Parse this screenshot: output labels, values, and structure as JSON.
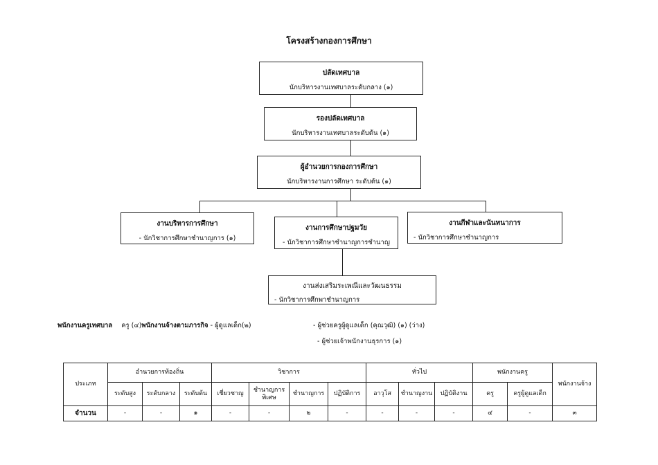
{
  "title": "โครงสร้างกองการศึกษา",
  "chart": {
    "top": {
      "title": "ปลัดเทศบาล",
      "sub": "นักบริหารงานเทศบาลระดับกลาง (๑)"
    },
    "deputy": {
      "title": "รองปลัดเทศบาล",
      "sub": "นักบริหารงานเทศบาลระดับต้น (๑)"
    },
    "director": {
      "title": "ผู้อำนวยการกองการศึกษา",
      "sub": "นักบริหารงานการศึกษา ระดับต้น (๑)"
    },
    "units": [
      {
        "title": "งานบริหารการศึกษา",
        "sub": "- นักวิชาการศึกษาชำนาญการ (๑)"
      },
      {
        "title": "งานการศึกษาปฐมวัย",
        "sub": "- นักวิชาการศึกษาชำนาญการชำนาญ"
      },
      {
        "title": "งานกีฬาและนันทนาการ",
        "sub": "- นักวิชาการศึกษาชำนาญการ"
      }
    ],
    "subunit": {
      "title": "งานส่งเสริมระเพณีและวัฒนธรรม",
      "sub": "- นักวิชาการศึกพาชำนาญการ"
    }
  },
  "staff": {
    "label": "พนักงานครูเทศบาล",
    "teacher_part": "ครู (๔)",
    "mission_label": "พนักงานจ้างตามภารกิจ",
    "mission_part": "- ผู้ดูแลเด็ก(๒)",
    "right_line1": "- ผู้ช่วยครูผู้ดูแลเด็ก (คุณวุฒิ) (๑) (ว่าง)",
    "right_line2": "- ผู้ช่วยเจ้าพนักงานธุรการ (๑)"
  },
  "table": {
    "type_label": "ประเภท",
    "group_headers": [
      "อำนวยการท้องถิ่น",
      "วิชาการ",
      "ทั่วไป",
      "พนักงานครู",
      "พนักงานจ้าง"
    ],
    "sub_headers": [
      "ระดับสูง",
      "ระดับกลาง",
      "ระดับต้น",
      "เชี่ยวชาญ",
      "ชำนาญการพิเศษ",
      "ชำนาญการ",
      "ปฏิบัติการ",
      "อาวุโส",
      "ชำนาญงาน",
      "ปฏิบัติงาน",
      "ครู",
      "ครูผู้ดูแลเด็ก"
    ],
    "row_label": "จำนวน",
    "values": [
      "-",
      "-",
      "๑",
      "-",
      "-",
      "๒",
      "-",
      "-",
      "-",
      "-",
      "๔",
      "-",
      "๓"
    ]
  }
}
